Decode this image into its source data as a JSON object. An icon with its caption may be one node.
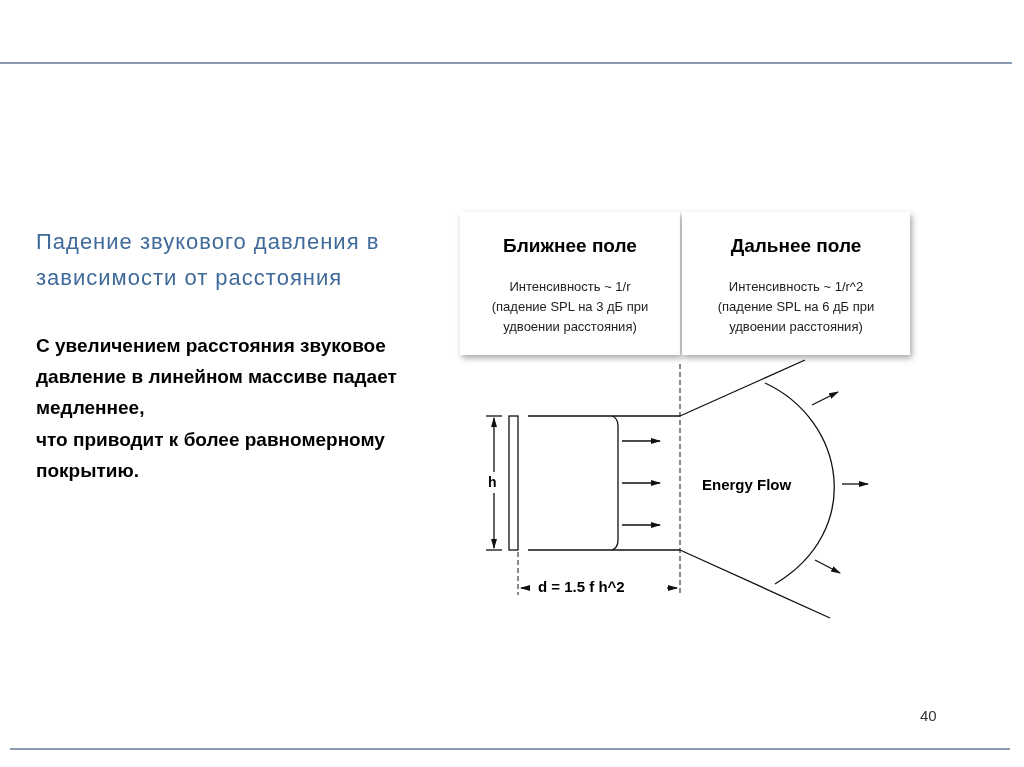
{
  "diagram": {
    "title": "Падение звукового давления в зависимости от расстояния",
    "nodes": [
      {
        "text": [
          "Ближнее поле",
          "Интенсивность ~ 1/r (падение SPL на 3 дБ при удвоении расстояния)"
        ]
      },
      {
        "text": [
          "Дальнее поле",
          "Интенсивность ~ 1/r^2 (падение SPL на 6 дБ при удвоении расстояния)"
        ]
      }
    ],
    "labels": [
      "С увеличением расстояния звуковое давление в линейном массиве падает медленнее,",
      "что приводит к более равномерному покрытию.",
      "h",
      "Energy Flow",
      "d = 1.5 f h^2",
      "40"
    ]
  }
}
